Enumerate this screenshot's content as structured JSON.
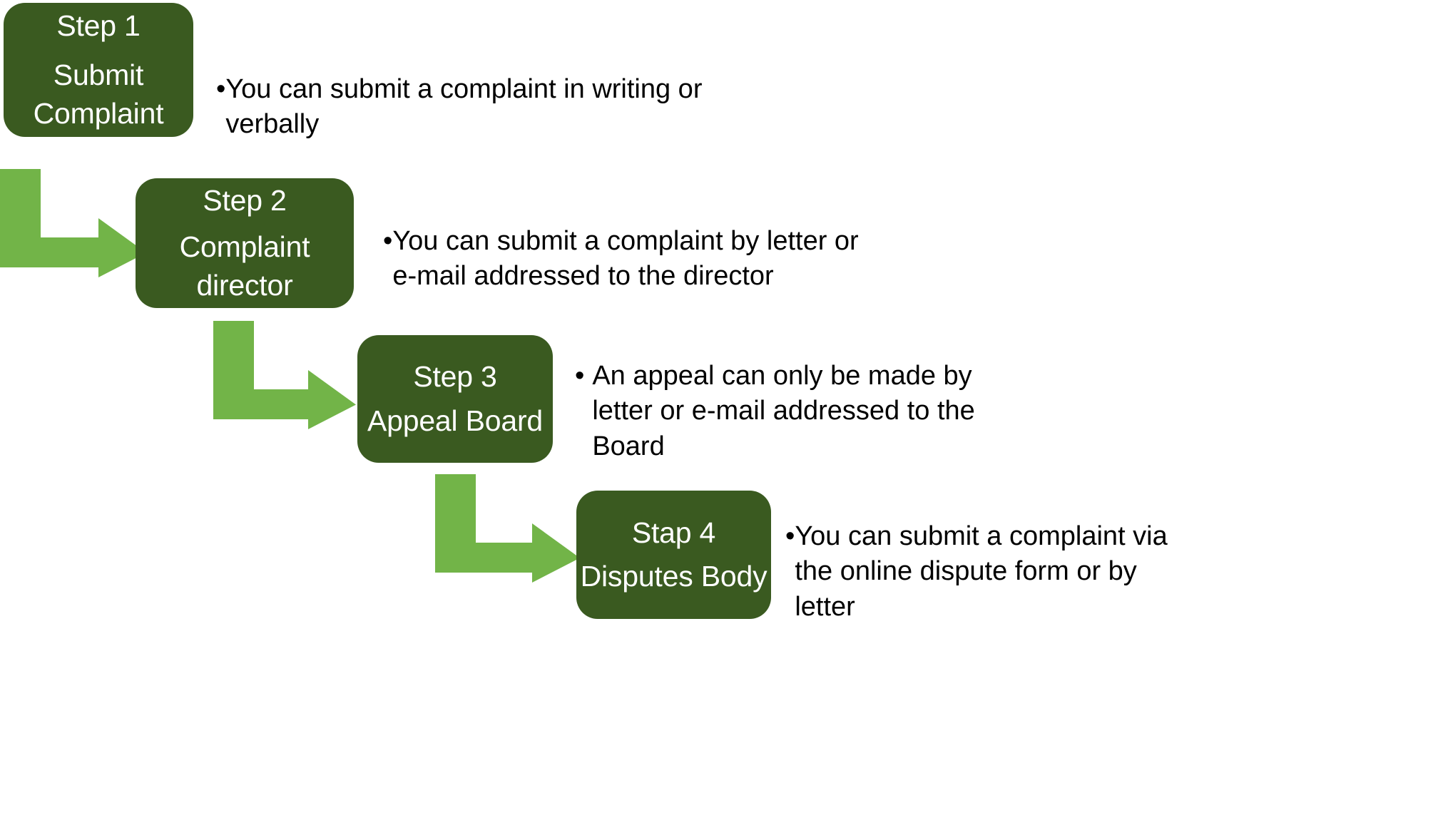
{
  "diagram": {
    "title": "Complaint escalation process flowchart",
    "colors": {
      "box_fill": "#3A5A20",
      "box_text": "#FFFFFF",
      "arrow_fill": "#72B448",
      "note_text": "#000000",
      "background": "#FFFFFF"
    },
    "steps": [
      {
        "id": "step-1",
        "title": "Step 1",
        "subtitle_lines": [
          "Submit",
          "Complaint"
        ],
        "note_bullet": "•",
        "note_lines": [
          "You can submit a complaint in writing or",
          "verbally"
        ]
      },
      {
        "id": "step-2",
        "title": "Step 2",
        "subtitle_lines": [
          "Complaint",
          "director"
        ],
        "note_bullet": "•",
        "note_lines": [
          "You can submit a complaint by letter or",
          "e-mail addressed to the director"
        ]
      },
      {
        "id": "step-3",
        "title": "Step 3",
        "subtitle_lines": [
          "Appeal Board"
        ],
        "note_bullet": "•",
        "note_lines": [
          "An appeal can only be made by",
          "letter or e-mail addressed to the",
          "Board"
        ]
      },
      {
        "id": "step-4",
        "title": "Stap 4",
        "subtitle_lines": [
          "Disputes Body"
        ],
        "note_bullet": "•",
        "note_lines": [
          "You can submit a complaint via",
          "the online dispute form or by",
          "letter"
        ]
      }
    ],
    "connectors": [
      {
        "id": "connector-1",
        "from": "step-1",
        "to": "step-2",
        "shape": "bent-arrow-down-right"
      },
      {
        "id": "connector-2",
        "from": "step-2",
        "to": "step-3",
        "shape": "bent-arrow-down-right"
      },
      {
        "id": "connector-3",
        "from": "step-3",
        "to": "step-4",
        "shape": "bent-arrow-down-right"
      }
    ]
  }
}
